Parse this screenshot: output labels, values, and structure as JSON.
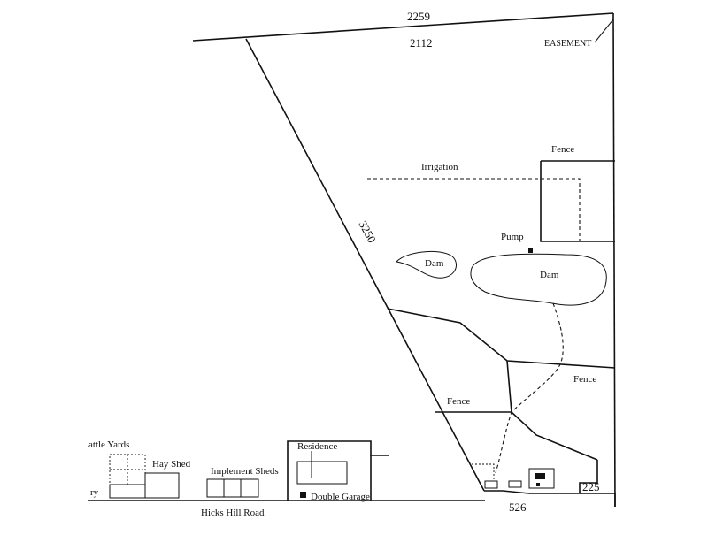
{
  "boundary": {
    "top_dimension": "2259",
    "top_inner_dimension": "2112",
    "diagonal_dimension": "3250",
    "bottom_dimension": "526",
    "bottom_right_dimension": "225",
    "easement_label": "EASEMENT"
  },
  "labels": {
    "fence_top": "Fence",
    "irrigation": "Irrigation",
    "pump": "Pump",
    "dam_small": "Dam",
    "dam_large": "Dam",
    "fence_right": "Fence",
    "fence_mid": "Fence"
  },
  "buildings": {
    "cattle_yards": "attle Yards",
    "hay_shed": "Hay Shed",
    "dairy": "ry",
    "implement_sheds": "Implement Sheds",
    "residence": "Residence",
    "double_garage": "Double Garage"
  },
  "road": {
    "name": "Hicks Hill Road"
  }
}
